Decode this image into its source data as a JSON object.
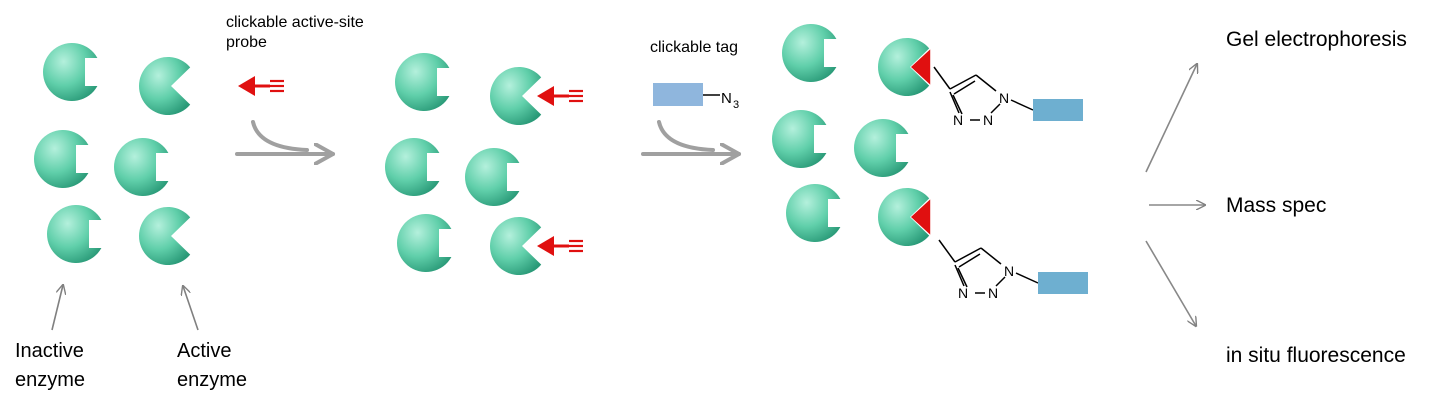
{
  "labels": {
    "probe": [
      "clickable active-site",
      "probe"
    ],
    "tag": "clickable tag",
    "azide_n": "N",
    "azide_sub": "3",
    "inactive": [
      "Inactive",
      "enzyme"
    ],
    "active": [
      "Active",
      "enzyme"
    ],
    "triazole_atoms": [
      "N",
      "N",
      "N"
    ]
  },
  "outputs": [
    "Gel electrophoresis",
    "Mass spec",
    "in situ fluorescence"
  ],
  "colors": {
    "enzyme": "#60cfaa",
    "enzyme_light": "#b4f0dc",
    "enzyme_dark": "#2a9a78",
    "probe": "#e01010",
    "tag": "#8fb6dd",
    "tag_product": "#6eafd0",
    "arrow": "#a0a0a0",
    "pointer": "#808080"
  }
}
